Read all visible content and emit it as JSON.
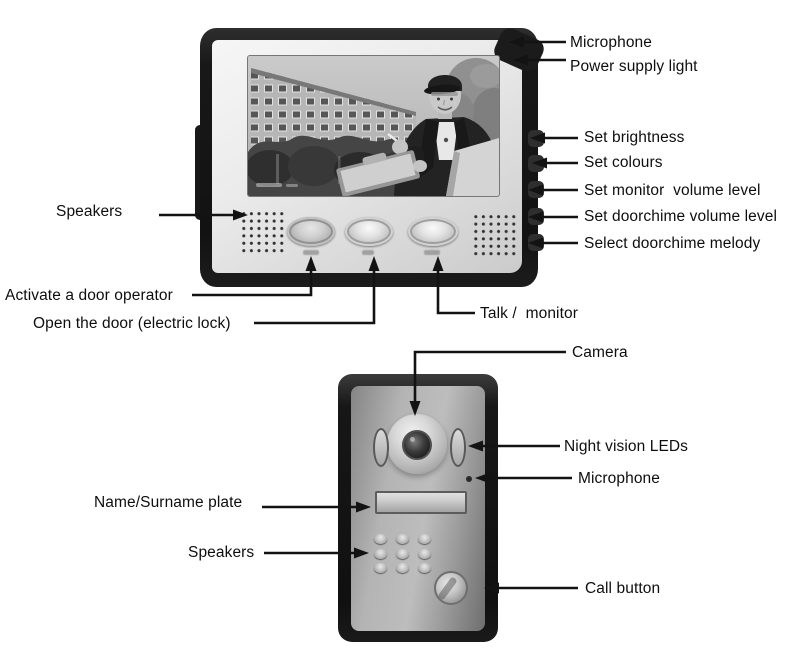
{
  "diagram": {
    "background": "#ffffff",
    "line_color": "#131313",
    "text_color": "#0e0e0e"
  },
  "monitor_unit": {
    "name": "indoor video monitor",
    "labels": {
      "microphone": "Microphone",
      "power_supply_light": "Power supply light",
      "set_brightness": "Set brightness",
      "set_colours": "Set colours",
      "set_monitor_volume": "Set monitor  volume level",
      "set_doorchime_volume": "Set doorchime volume level",
      "select_doorchime_melody": "Select doorchime melody",
      "speakers": "Speakers",
      "activate_door_operator": "Activate a door operator",
      "open_door": "Open the door (electric lock)",
      "talk_monitor": "Talk /  monitor"
    }
  },
  "door_unit": {
    "name": "outdoor door station",
    "labels": {
      "camera": "Camera",
      "night_vision_leds": "Night vision LEDs",
      "microphone": "Microphone",
      "name_plate": "Name/Surname plate",
      "speakers": "Speakers",
      "call_button": "Call button"
    }
  }
}
